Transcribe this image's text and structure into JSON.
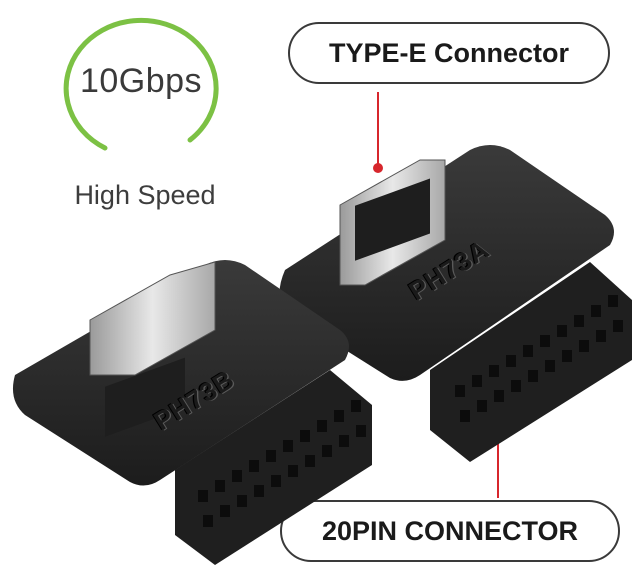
{
  "speed": {
    "value": "10Gbps",
    "caption": "High Speed"
  },
  "callouts": {
    "top": "TYPE-E Connector",
    "bottom": "20PIN CONNECTOR"
  },
  "parts": {
    "left": "PH73B",
    "right": "PH73A"
  },
  "colors": {
    "ring": "#7cc144",
    "pointer": "#d7262c",
    "body": "#2a2a2a"
  }
}
